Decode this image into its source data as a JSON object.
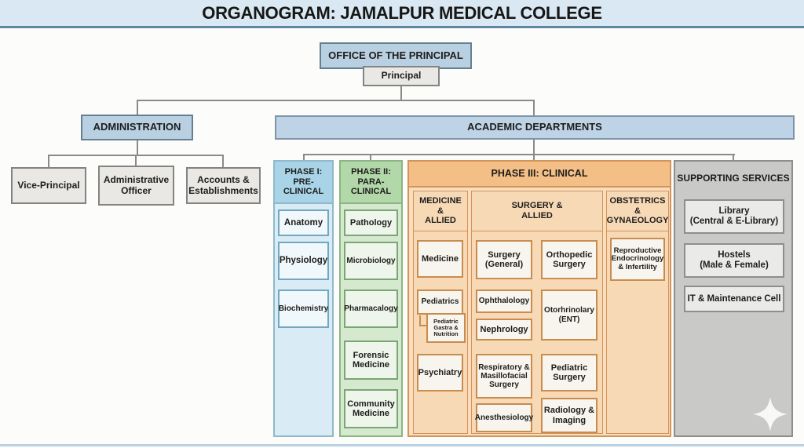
{
  "title": "ORGANOGRAM: JAMALPUR MEDICAL COLLEGE",
  "principal": {
    "office_label": "OFFICE OF THE PRINCIPAL",
    "role_label": "Principal"
  },
  "administration": {
    "label": "ADMINISTRATION",
    "children": [
      "Vice-Principal",
      "Administrative\nOfficer",
      "Accounts &\nEstablishments"
    ]
  },
  "academic": {
    "label": "ACADEMIC DEPARTMENTS",
    "phase1": {
      "label": "PHASE I:\nPRE-\nCLINICAL",
      "items": [
        "Anatomy",
        "Physiology",
        "Biochemistry"
      ]
    },
    "phase2": {
      "label": "PHASE II:\nPARA-\nCLINICAL",
      "items": [
        "Pathology",
        "Microbiology",
        "Pharmacalogy",
        "Forensic\nMedicine",
        "Community\nMedicine"
      ]
    },
    "phase3": {
      "label": "PHASE III: CLINICAL",
      "medicine_allied": {
        "label": "MEDICINE\n&\nALLIED",
        "items": [
          "Medicine",
          "Pediatrics",
          "Psychiatry"
        ],
        "pediatrics_sub": "Pediatric\nGastra &\nNutrition"
      },
      "surgery_allied": {
        "label": "SURGERY &\nALLIED",
        "col1": [
          "Surgery\n(General)",
          "Ophthalology",
          "Nephrology",
          "Respiratory &\nMasillofacial\nSurgery",
          "Anesthesiology"
        ],
        "col2": [
          "Orthopedic\nSurgery",
          "Otorhrinolary\n(ENT)",
          "Pediatric\nSurgery",
          "Radiology &\nImaging"
        ]
      },
      "obstetrics_gynae": {
        "label": "OBSTETRICS\n&\nGYNAEOLOGY",
        "items": [
          "Reproductive\nEndocrinology\n& Infertility"
        ]
      }
    }
  },
  "supporting": {
    "label": "SUPPORTING SERVICES",
    "items": [
      "Library\n(Central & E-Library)",
      "Hostels\n(Male & Female)",
      "IT & Maintenance Cell"
    ]
  },
  "colors": {
    "band_blue": "#d9e8f3",
    "underline_blue": "#5d86a0",
    "box_blue": "#b9d0e3",
    "phase1_blue": "#a9d4e8",
    "phase2_green": "#b2d8a9",
    "phase3_orange": "#f4bf87",
    "supporting_gray": "#c9c9c7"
  }
}
